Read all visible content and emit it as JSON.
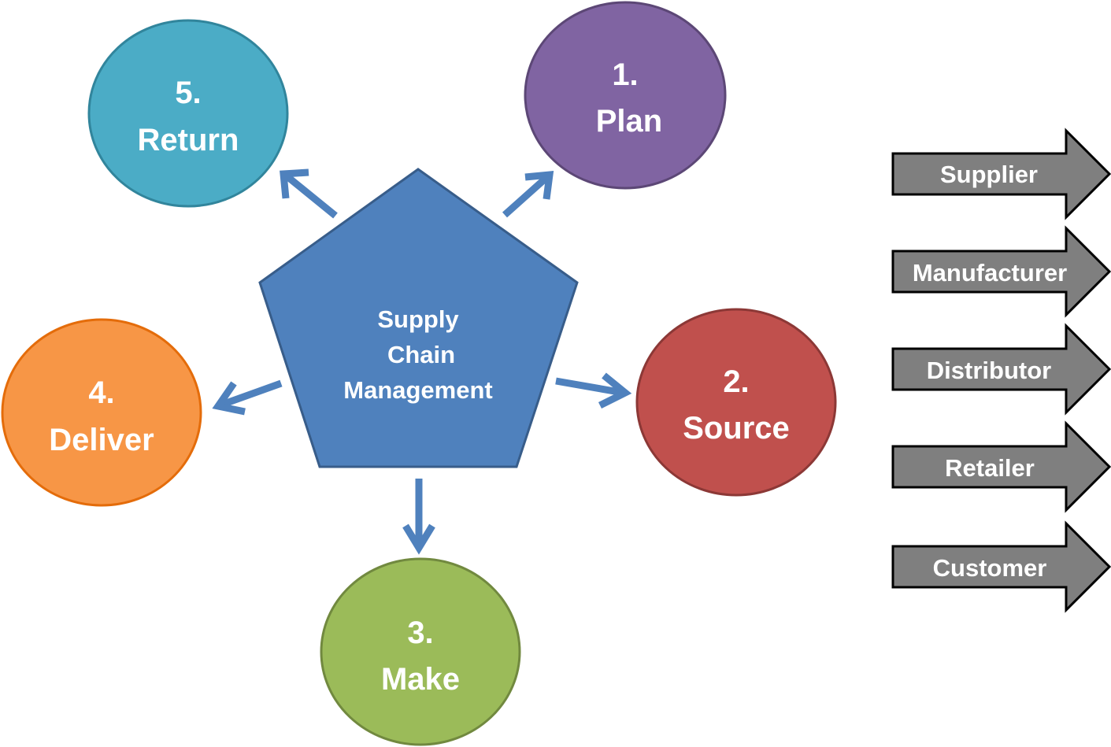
{
  "center": {
    "lines": [
      "Supply",
      "Chain",
      "Management"
    ],
    "color": "#4F81BD"
  },
  "steps": [
    {
      "key": "plan",
      "number": "1.",
      "name": "Plan",
      "color": "#8064A2",
      "border": "#5C4776"
    },
    {
      "key": "source",
      "number": "2.",
      "name": "Source",
      "color": "#C0504D",
      "border": "#8C3836"
    },
    {
      "key": "make",
      "number": "3.",
      "name": "Make",
      "color": "#9BBB59",
      "border": "#71893F"
    },
    {
      "key": "deliver",
      "number": "4.",
      "name": "Deliver",
      "color": "#F79646",
      "border": "#E46C0A"
    },
    {
      "key": "return",
      "number": "5.",
      "name": "Return",
      "color": "#4BACC6",
      "border": "#31859C"
    }
  ],
  "chain": {
    "color": "#7F7F7F",
    "items": [
      "Supplier",
      "Manufacturer",
      "Distributor",
      "Retailer",
      "Customer"
    ]
  },
  "connector_color": "#4F81BD"
}
